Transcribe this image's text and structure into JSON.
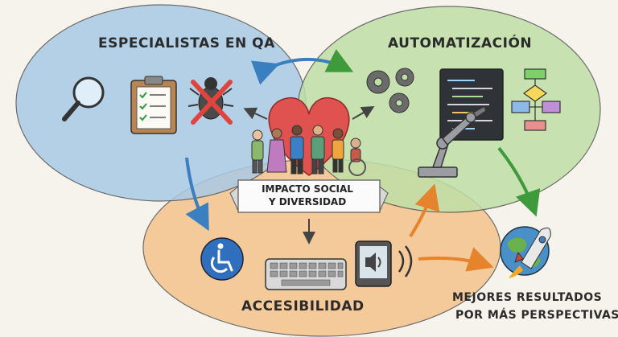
{
  "labels": {
    "qa": "ESPECIALISTAS EN QA",
    "automation": "AUTOMATIZACIÓN",
    "accessibility": "ACCESIBILIDAD",
    "center_line1": "IMPACTO SOCIAL",
    "center_line2": "Y DIVERSIDAD",
    "result_line1": "MEJORES RESULTADOS",
    "result_line2": "POR MÁS PERSPECTIVAS"
  },
  "colors": {
    "qa_region": "#a9cbe6",
    "automation_region": "#bfe0a6",
    "accessibility_region": "#f4c48c",
    "heart": "#e0524f",
    "arrow_blue": "#3a7fc0",
    "arrow_green": "#3f9a3c",
    "arrow_orange": "#e6842e"
  },
  "icons": [
    "magnifier-icon",
    "checklist-icon",
    "bug-crossed-icon",
    "gears-icon",
    "code-screen-icon",
    "flowchart-icon",
    "robot-arm-icon",
    "wheelchair-icon",
    "braille-keyboard-icon",
    "speaker-tablet-icon",
    "globe-rocket-icon",
    "diverse-people-icon"
  ]
}
